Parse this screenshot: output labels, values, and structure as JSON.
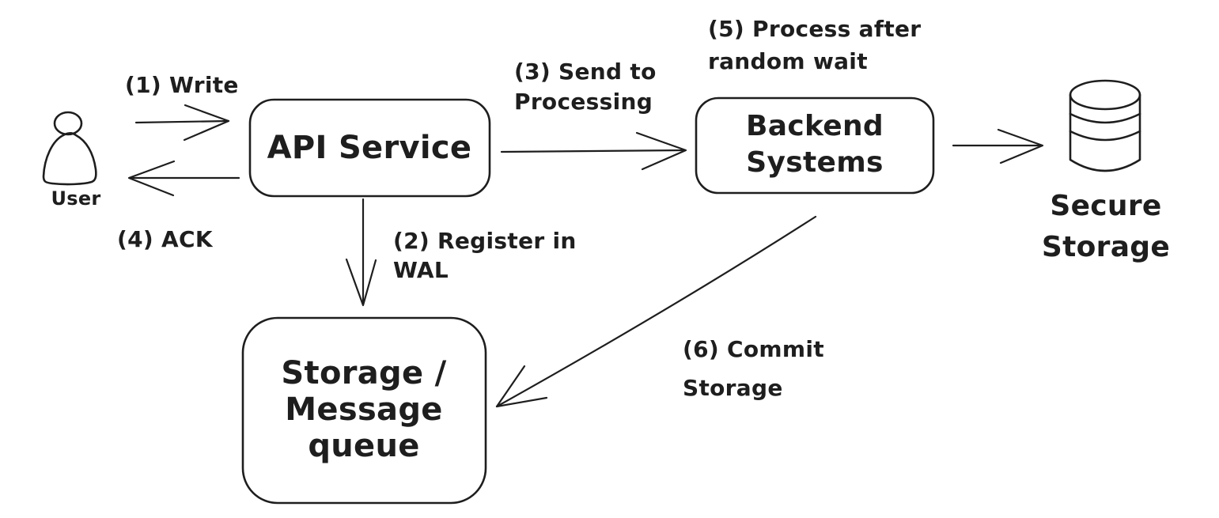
{
  "diagram": {
    "colors": {
      "stroke": "#1e1e1e",
      "background": "#ffffff"
    },
    "nodes": {
      "user": {
        "label": "User",
        "icon": "person-icon"
      },
      "api_service": {
        "label": "API Service"
      },
      "backend_systems": {
        "lines": [
          "Backend",
          "Systems"
        ]
      },
      "storage_queue": {
        "lines": [
          "Storage /",
          "Message",
          "queue"
        ]
      },
      "secure_storage": {
        "lines": [
          "Secure",
          "Storage"
        ],
        "icon": "database-icon"
      }
    },
    "edges": {
      "step1_write": {
        "label": "(1) Write",
        "from": "User",
        "to": "API Service"
      },
      "step2_register_wal": {
        "lines": [
          "(2) Register in",
          "WAL"
        ],
        "from": "API Service",
        "to": "Storage / Message queue"
      },
      "step3_send_processing": {
        "lines": [
          "(3) Send to",
          "Processing"
        ],
        "from": "API Service",
        "to": "Backend Systems"
      },
      "step4_ack": {
        "label": "(4) ACK",
        "from": "API Service",
        "to": "User"
      },
      "step5_process_wait": {
        "lines": [
          "(5) Process after",
          "random wait"
        ],
        "at": "Backend Systems"
      },
      "step6_commit_storage": {
        "lines": [
          "(6) Commit",
          "Storage"
        ],
        "from": "Backend Systems",
        "to": "Storage / Message queue"
      },
      "backend_to_secure": {
        "from": "Backend Systems",
        "to": "Secure Storage"
      }
    }
  }
}
